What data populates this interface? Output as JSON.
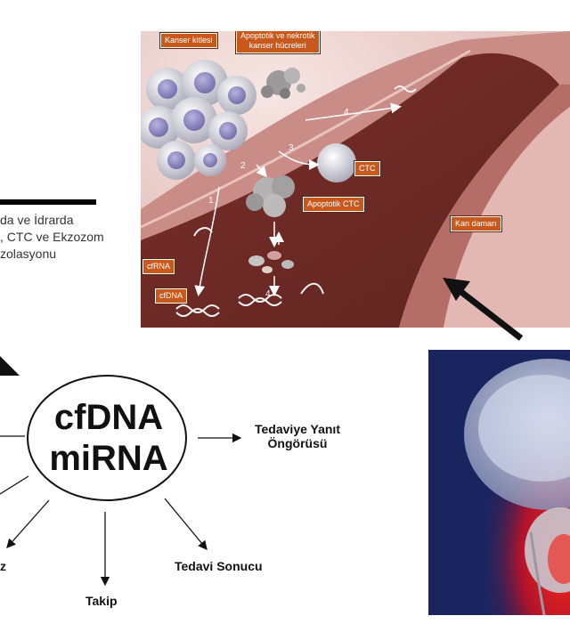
{
  "caption": {
    "lines": [
      "da ve İdrarda",
      ", CTC ve Ekzozom",
      "zolasyonu"
    ]
  },
  "illustration": {
    "labels": {
      "cancer_mass": "Kanser kitlesi",
      "apoptotic_line1": "Apoptotik ve nekrotik",
      "apoptotic_line2": "kanser hücreleri",
      "ctc": "CTC",
      "apoptotic_ctc": "Apoptotik CTC",
      "vessel": "Kan damarı",
      "cfrna": "cfRNA",
      "cfdna": "cfDNA"
    },
    "steps": [
      "1",
      "2",
      "3",
      "4",
      "4"
    ]
  },
  "diagram": {
    "center_line1": "cfDNA",
    "center_line2": "miRNA",
    "outputs": {
      "response_line1": "Tedaviye Yanıt",
      "response_line2": "Öngörüsü",
      "treatment_result": "Tedavi Sonucu",
      "followup": "Takip",
      "cut_label": "z"
    }
  },
  "colors": {
    "label_orange": "#c8581c",
    "vessel_red": "#8a3b33",
    "tissue_pink": "#e8c8c4",
    "render_blue": "#1a2560"
  }
}
